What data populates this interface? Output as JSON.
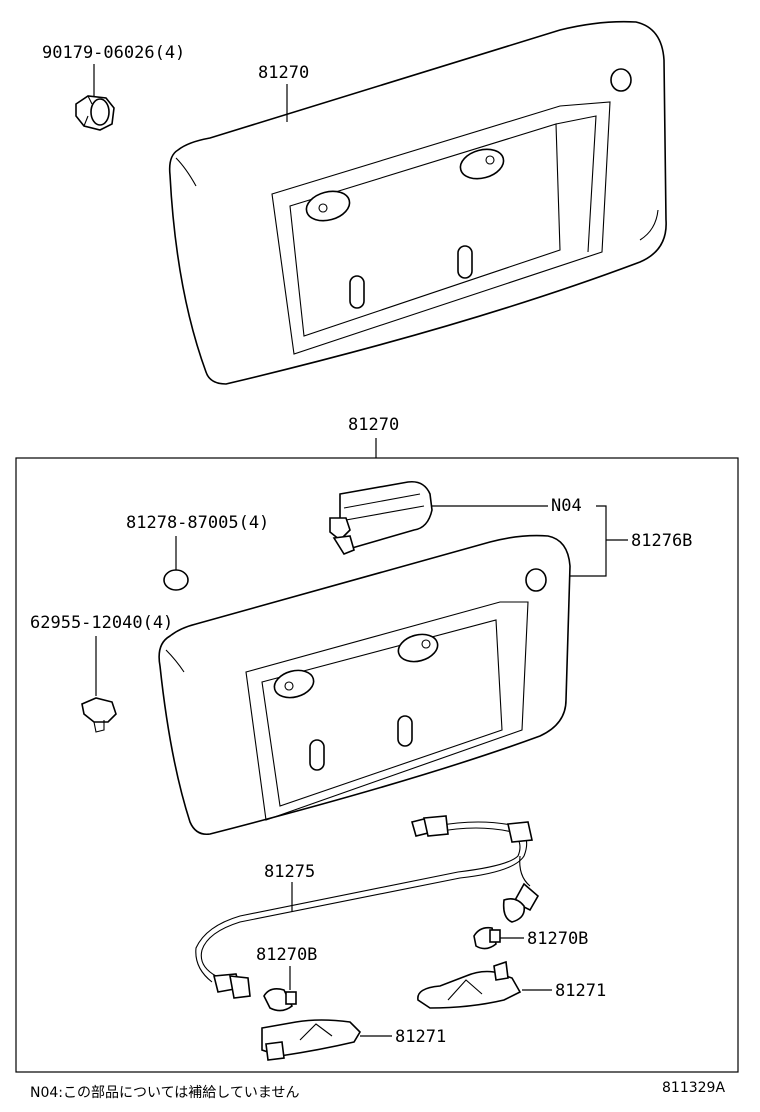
{
  "diagram": {
    "labels": {
      "nut_top": "90179-06026(4)",
      "plate_top": "81270",
      "assembly": "81270",
      "n04": "N04",
      "plate_inner": "81276B",
      "washer": "81278-87005(4)",
      "clip": "62955-12040(4)",
      "wire": "81275",
      "bulb_right": "81270B",
      "bulb_left": "81270B",
      "lamp_right": "81271",
      "lamp_left": "81271"
    },
    "footnote": "N04:この部品については補給していません",
    "diagram_code": "811329A"
  }
}
